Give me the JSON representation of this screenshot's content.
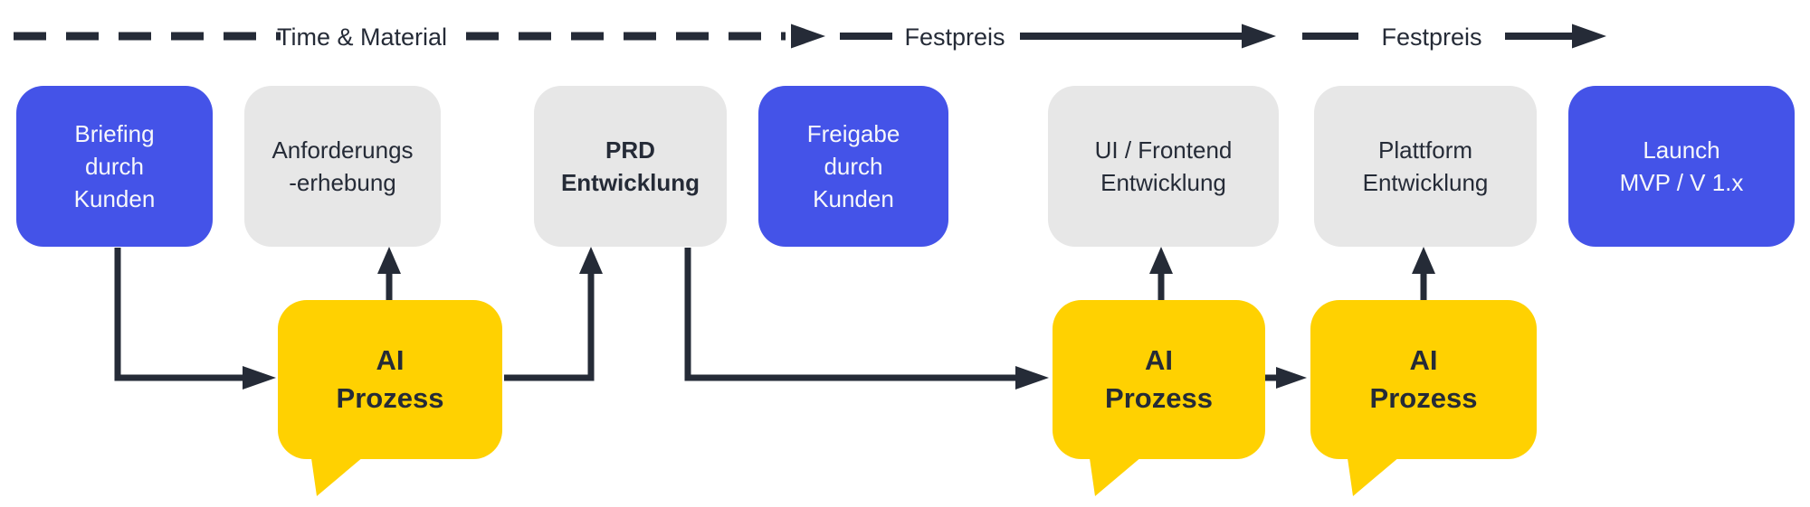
{
  "colors": {
    "background": "#ffffff",
    "blue": "#4453e8",
    "yellow": "#ffd101",
    "gray": "#e7e7e7",
    "ink": "#252b37",
    "white_text": "#f7f8fb"
  },
  "timeline": {
    "segments": [
      "Time & Material",
      "Festpreis",
      "Festpreis"
    ]
  },
  "process_boxes": [
    {
      "id": "briefing-durch-kunden",
      "style": "blue",
      "lines": [
        "Briefing",
        "durch",
        "Kunden"
      ]
    },
    {
      "id": "anforderungserhebung",
      "style": "gray",
      "lines": [
        "Anforderungs",
        "-erhebung"
      ]
    },
    {
      "id": "prd-entwicklung",
      "style": "gray-bold",
      "lines": [
        "PRD",
        "Entwicklung"
      ]
    },
    {
      "id": "freigabe-durch-kunden",
      "style": "blue",
      "lines": [
        "Freigabe",
        "durch",
        "Kunden"
      ]
    },
    {
      "id": "ui-frontend-entwicklung",
      "style": "gray",
      "lines": [
        "UI / Frontend",
        "Entwicklung"
      ]
    },
    {
      "id": "plattform-entwicklung",
      "style": "gray",
      "lines": [
        "Plattform",
        "Entwicklung"
      ]
    },
    {
      "id": "launch-mvp",
      "style": "blue",
      "lines": [
        "Launch",
        "MVP / V 1.x"
      ]
    }
  ],
  "ai_bubbles": [
    {
      "lines": [
        "AI",
        "Prozess"
      ]
    },
    {
      "lines": [
        "AI",
        "Prozess"
      ]
    },
    {
      "lines": [
        "AI",
        "Prozess"
      ]
    }
  ]
}
